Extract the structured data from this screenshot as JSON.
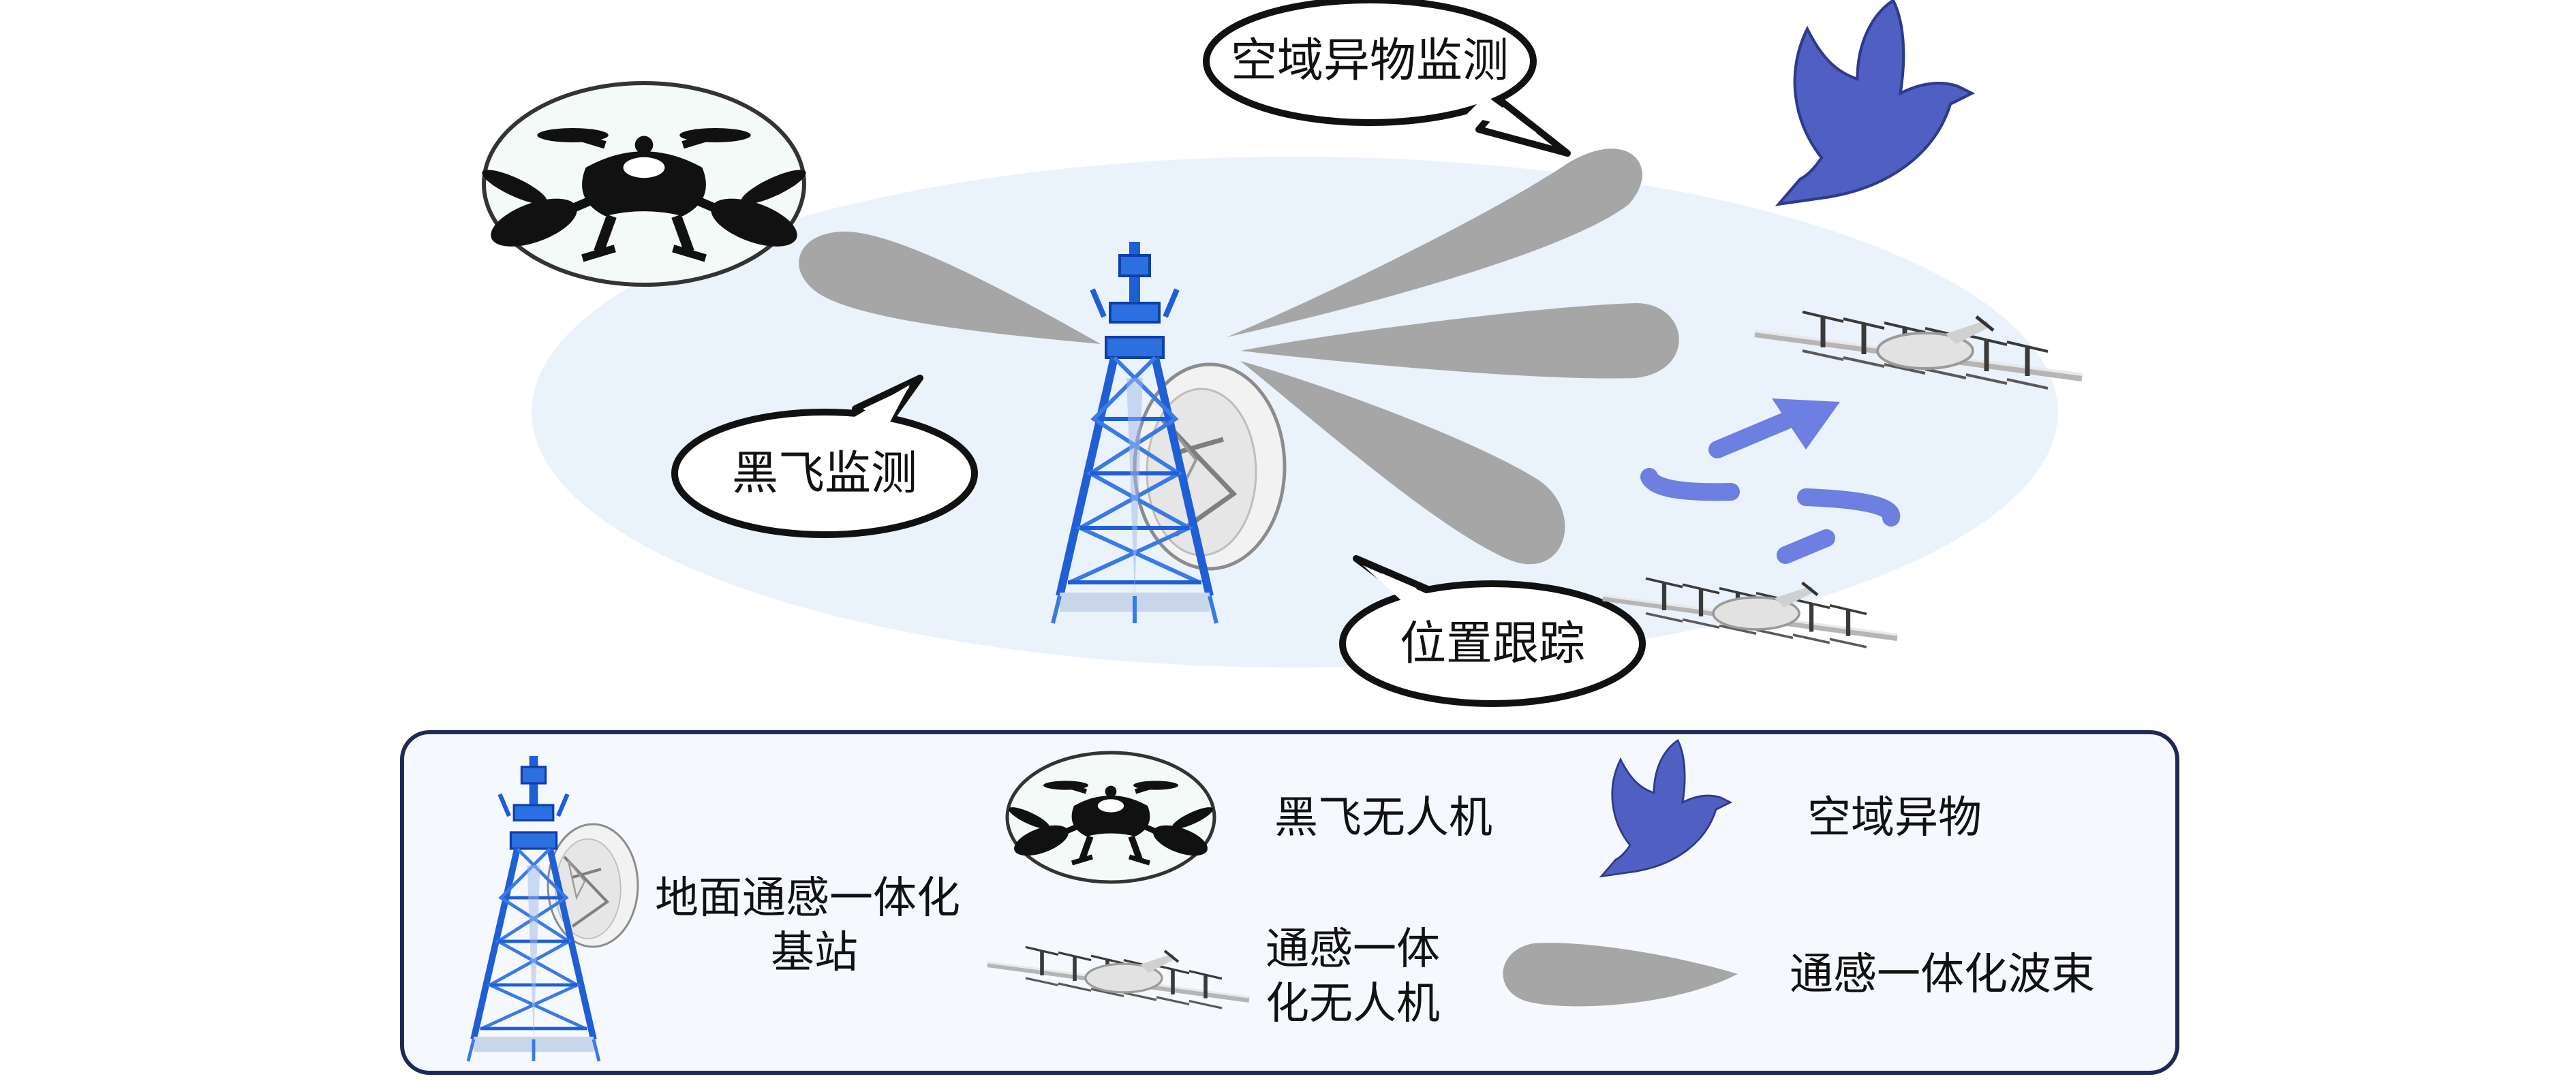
{
  "callouts": {
    "airspace_monitoring": "空域异物监测",
    "black_flight_monitoring": "黑飞监测",
    "position_tracking": "位置跟踪"
  },
  "legend": {
    "ground_station_line1": "地面通感一体化",
    "ground_station_line2": "基站",
    "black_flight_drone": "黑飞无人机",
    "airspace_object": "空域异物",
    "isac_drone_line1": "通感一体",
    "isac_drone_line2": "化无人机",
    "isac_beam": "通感一体化波束"
  },
  "colors": {
    "coverage_area": "#eaf2fc",
    "beam": "#a6a6a6",
    "tower": "#1f5fd6",
    "bird": "#5060c2",
    "trajectory": "#6d7fe0",
    "legend_border": "#1e2a55",
    "legend_fill": "#f5f8fd"
  },
  "icons": {
    "tower": "communication-tower-icon",
    "dish": "satellite-dish-icon",
    "quadcopter": "quadcopter-drone-icon",
    "bird": "bird-icon",
    "fixed_wing": "fixed-wing-uav-icon",
    "beam": "beam-lobe-icon"
  }
}
